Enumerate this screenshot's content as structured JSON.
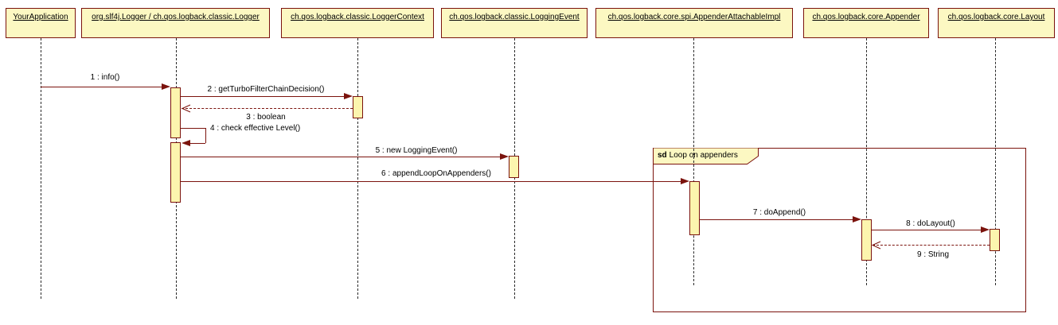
{
  "participants": [
    {
      "label": "YourApplication"
    },
    {
      "label": "org.slf4j.Logger / ch.qos.logback.classic.Logger"
    },
    {
      "label": "ch.qos.logback.classic.LoggerContext"
    },
    {
      "label": "ch.qos.logback.classic.LoggingEvent"
    },
    {
      "label": "ch.qos.logback.core.spi.AppenderAttachableImpl"
    },
    {
      "label": "ch.qos.logback.core.Appender"
    },
    {
      "label": "ch.qos.logback.core.Layout"
    }
  ],
  "messages": [
    {
      "label": "1 : info()",
      "type": "sync",
      "from": "YourApplication",
      "to": "org.slf4j.Logger / ch.qos.logback.classic.Logger"
    },
    {
      "label": "2 : getTurboFilterChainDecision()",
      "type": "sync",
      "from": "org.slf4j.Logger / ch.qos.logback.classic.Logger",
      "to": "ch.qos.logback.classic.LoggerContext"
    },
    {
      "label": "3 : boolean",
      "type": "return",
      "from": "ch.qos.logback.classic.LoggerContext",
      "to": "org.slf4j.Logger / ch.qos.logback.classic.Logger"
    },
    {
      "label": "4 : check effective Level()",
      "type": "self",
      "from": "org.slf4j.Logger / ch.qos.logback.classic.Logger",
      "to": "org.slf4j.Logger / ch.qos.logback.classic.Logger"
    },
    {
      "label": "5 : new LoggingEvent()",
      "type": "sync",
      "from": "org.slf4j.Logger / ch.qos.logback.classic.Logger",
      "to": "ch.qos.logback.classic.LoggingEvent"
    },
    {
      "label": "6 : appendLoopOnAppenders()",
      "type": "sync",
      "from": "org.slf4j.Logger / ch.qos.logback.classic.Logger",
      "to": "ch.qos.logback.core.spi.AppenderAttachableImpl"
    },
    {
      "label": "7 : doAppend()",
      "type": "sync",
      "from": "ch.qos.logback.core.spi.AppenderAttachableImpl",
      "to": "ch.qos.logback.core.Appender"
    },
    {
      "label": "8 : doLayout()",
      "type": "sync",
      "from": "ch.qos.logback.core.Appender",
      "to": "ch.qos.logback.core.Layout"
    },
    {
      "label": "9 : String",
      "type": "return",
      "from": "ch.qos.logback.core.Layout",
      "to": "ch.qos.logback.core.Appender"
    }
  ],
  "frame": {
    "keyword": "sd",
    "label": "Loop on appenders"
  },
  "colors": {
    "participant_fill": "#FCF8C2",
    "activation_fill": "#FCF5AE",
    "stroke": "#7B130D",
    "lifeline": "#2A2A2A",
    "text": "#000000",
    "background": "#FFFFFF"
  }
}
